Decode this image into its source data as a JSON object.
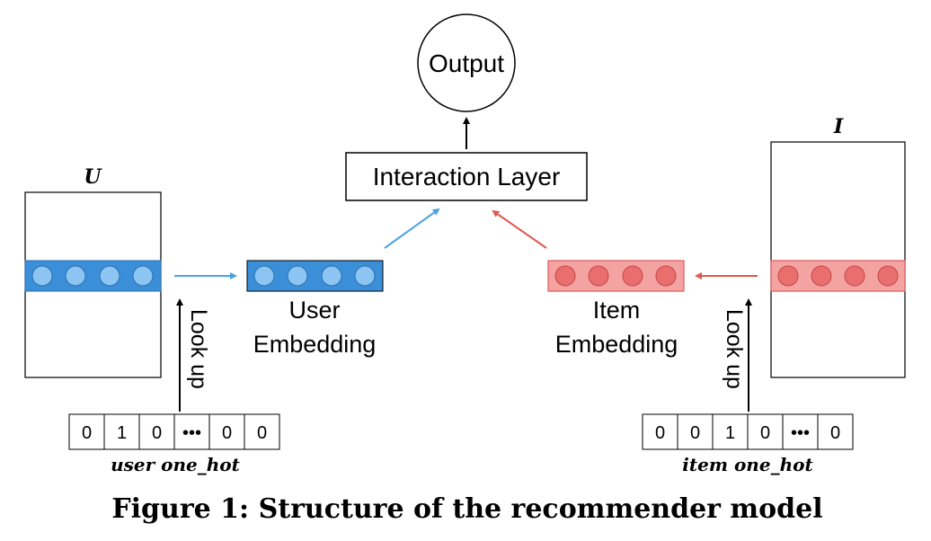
{
  "diagram": {
    "output_label": "Output",
    "interaction_label": "Interaction Layer",
    "user_matrix_label": "U",
    "item_matrix_label": "I",
    "user_embedding_line1": "User",
    "user_embedding_line2": "Embedding",
    "item_embedding_line1": "Item",
    "item_embedding_line2": "Embedding",
    "lookup_label": "Look up",
    "user_onehot_values": [
      "0",
      "1",
      "0",
      "•••",
      "0",
      "0"
    ],
    "item_onehot_values": [
      "0",
      "0",
      "1",
      "0",
      "•••",
      "0"
    ],
    "user_onehot_caption": "user one_hot",
    "item_onehot_caption": "item one_hot",
    "caption": "Figure 1: Structure of the recommender model"
  },
  "colors": {
    "user_fill": "#3b8fd9",
    "user_circle": "#8cc4f2",
    "user_arrow": "#4aa3df",
    "item_fill": "#f4a3a3",
    "item_circle": "#e96f6f",
    "item_stroke": "#e05a5a",
    "item_arrow": "#e0574f"
  }
}
